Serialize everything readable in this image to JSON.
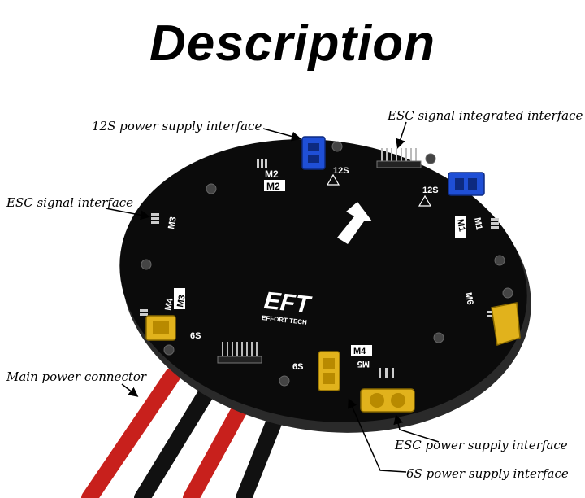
{
  "title": "Description",
  "brand": {
    "logo_text": "EFT",
    "tagline": "EFFORT TECH"
  },
  "callouts": {
    "power_12s": "12S power supply interface",
    "esc_signal_integrated": "ESC signal integrated interface",
    "esc_signal": "ESC signal interface",
    "main_power": "Main power connector",
    "esc_power": "ESC power supply interface",
    "power_6s": "6S power supply interface"
  },
  "board_labels": {
    "m1": "M1",
    "m2": "M2",
    "m3": "M3",
    "m4": "M4",
    "m5": "M5",
    "m6": "M6",
    "v12s_top": "12S",
    "v12s_right": "12S",
    "v6s_left": "6S",
    "v6s_bottom": "6S"
  },
  "colors": {
    "board": "#0b0b0b",
    "connector_blue": "#1f4fd6",
    "connector_yellow": "#e1b21c",
    "wire_red": "#c8201c",
    "wire_black": "#111111"
  }
}
